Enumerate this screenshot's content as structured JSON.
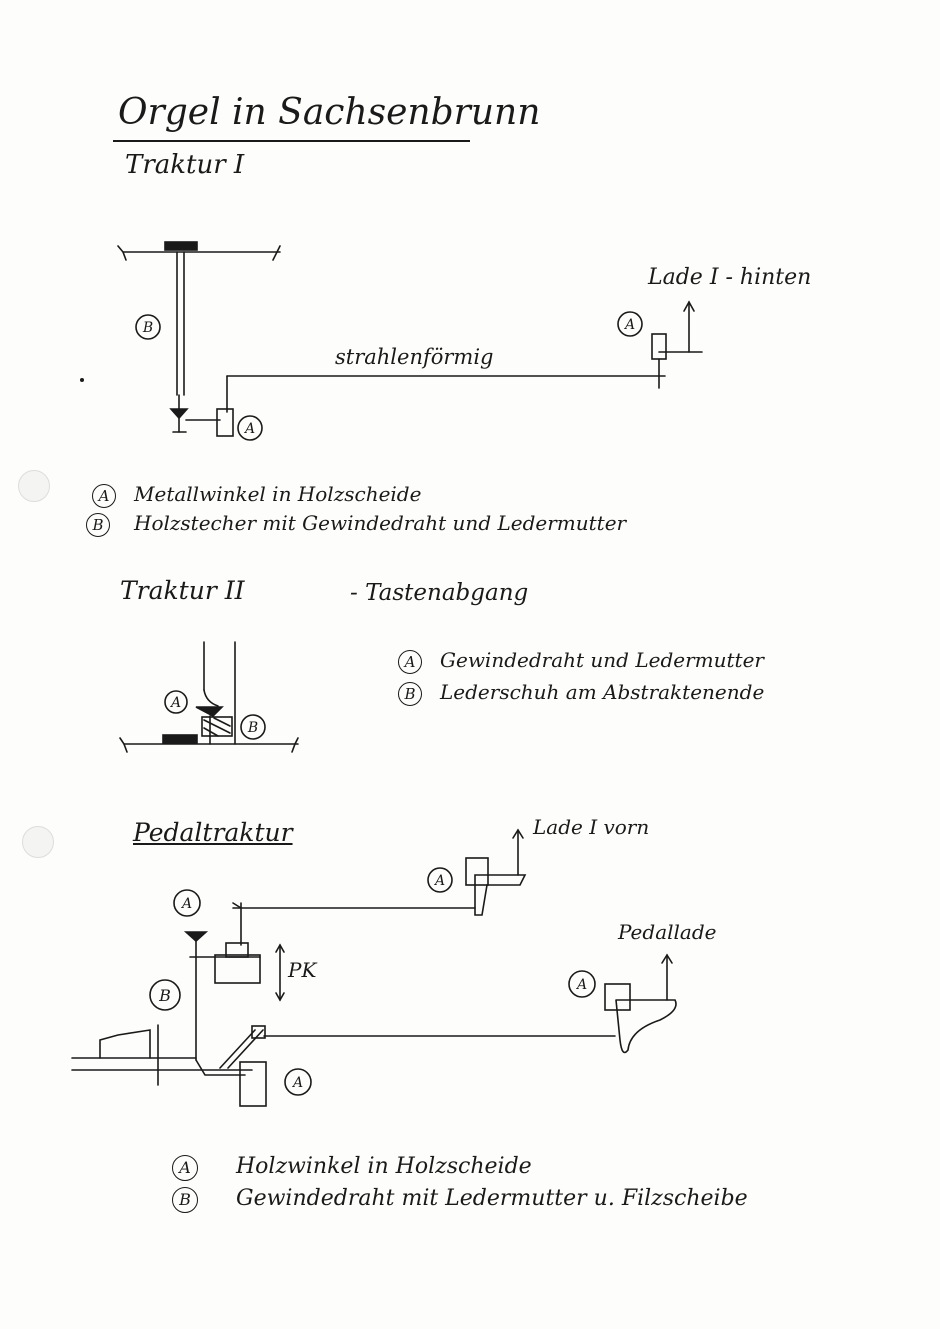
{
  "title": "Orgel in Sachsenbrunn",
  "sections": {
    "traktur1": {
      "heading": "Traktur I",
      "label_top": "Lade I - hinten",
      "label_middle": "strahlenförmig",
      "marker_a": "A",
      "marker_b": "B",
      "legend": [
        {
          "key": "A",
          "text": "Metallwinkel in Holzscheide"
        },
        {
          "key": "B",
          "text": "Holzstecher mit Gewindedraht und Ledermutter"
        }
      ]
    },
    "traktur2": {
      "heading": "Traktur II",
      "subheading": "- Tastenabgang",
      "marker_a": "A",
      "marker_b": "B",
      "legend": [
        {
          "key": "A",
          "text": "Gewindedraht und Ledermutter"
        },
        {
          "key": "B",
          "text": "Lederschuh am Abstraktenende"
        }
      ]
    },
    "pedal": {
      "heading": "Pedaltraktur",
      "label_lade": "Lade I vorn",
      "label_pedallade": "Pedallade",
      "label_pk": "PK",
      "marker_a": "A",
      "marker_b": "B",
      "legend": [
        {
          "key": "A",
          "text": "Holzwinkel in Holzscheide"
        },
        {
          "key": "B",
          "text": "Gewindedraht mit Ledermutter u. Filzscheibe"
        }
      ]
    }
  }
}
